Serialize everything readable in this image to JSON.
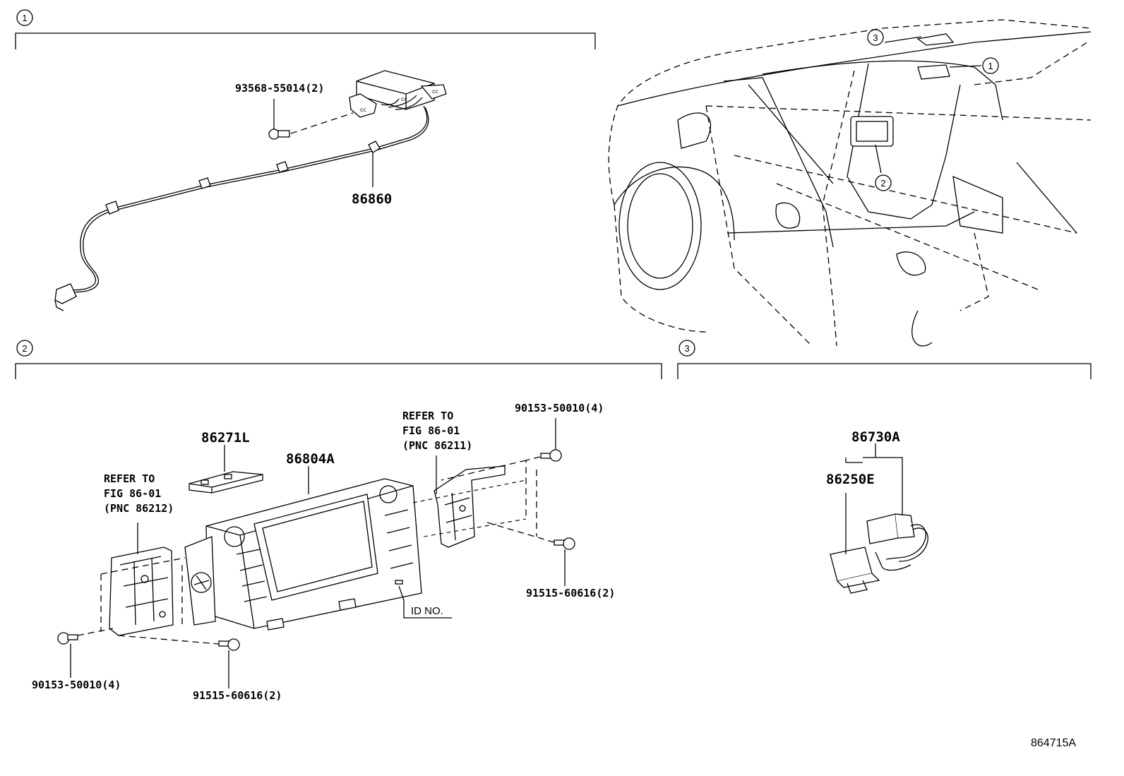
{
  "sections": {
    "s1": {
      "marker": "1"
    },
    "s2": {
      "marker": "2"
    },
    "s3": {
      "marker": "3"
    }
  },
  "parts": {
    "bolt_93568": "93568-55014(2)",
    "wire_86860": "86860",
    "panel_86271L": "86271L",
    "display_86804A": "86804A",
    "refer_left": [
      "REFER TO",
      "FIG 86-01",
      "(PNC 86212)"
    ],
    "refer_right": [
      "REFER TO",
      "FIG 86-01",
      "(PNC 86211)"
    ],
    "screw_90153_top": "90153-50010(4)",
    "screw_91515_right": "91515-60616(2)",
    "screw_90153_bottom": "90153-50010(4)",
    "screw_91515_bottom": "91515-60616(2)",
    "id_no": "ID NO.",
    "assy_86730A": "86730A",
    "sub_86250E": "86250E"
  },
  "callouts": {
    "c3": "3",
    "c1": "1",
    "c2": "2"
  },
  "footer": {
    "illustration_code": "864715A"
  }
}
